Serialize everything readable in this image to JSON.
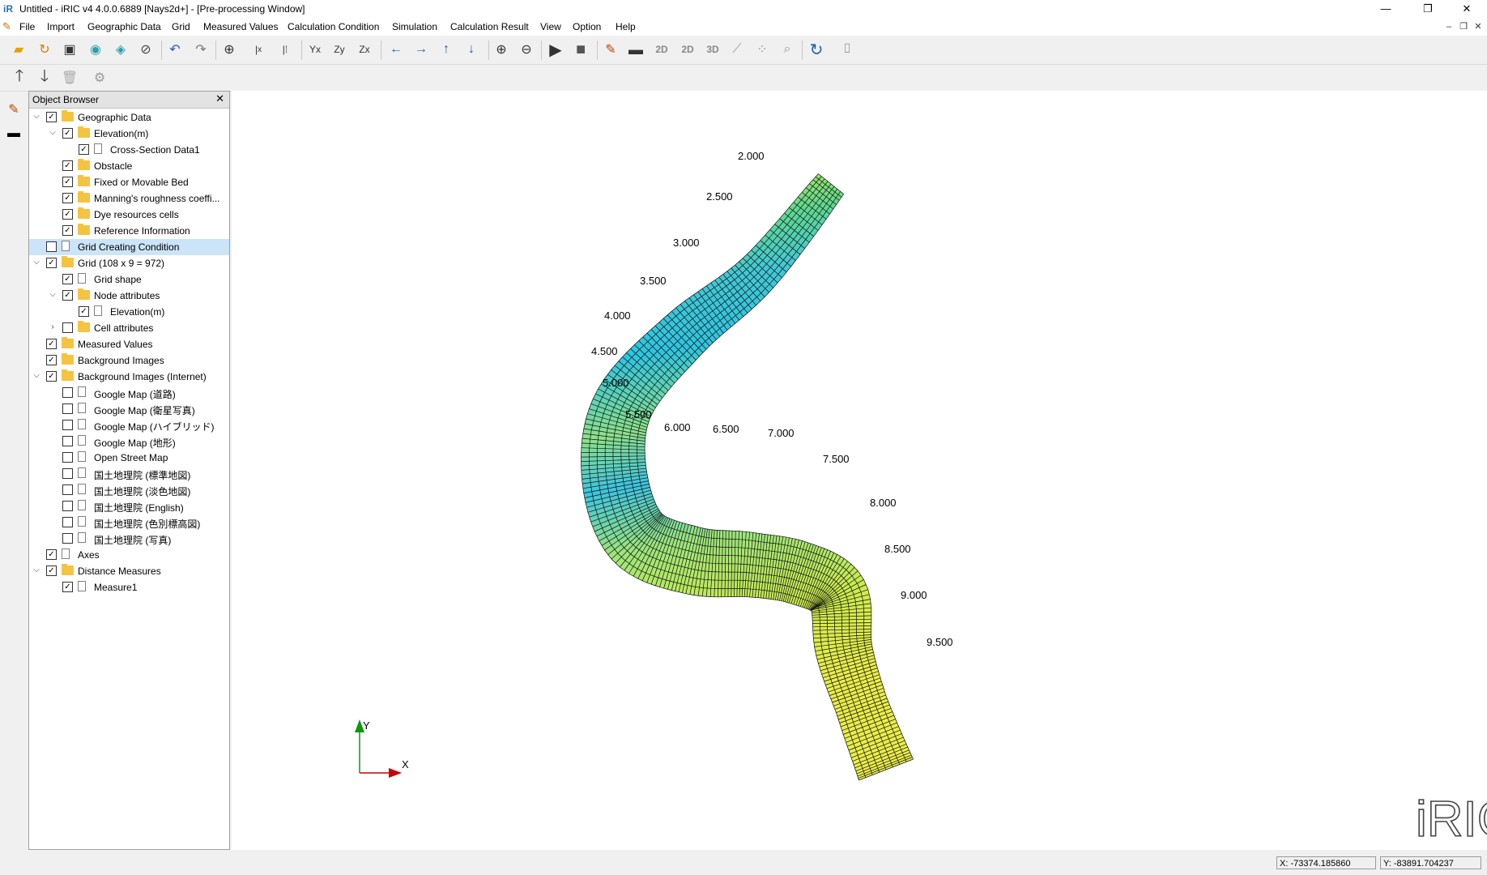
{
  "window": {
    "title": "Untitled - iRIC v4 4.0.0.6889 [Nays2d+] - [Pre-processing Window]",
    "app_icon": "iR",
    "minimize": "—",
    "restore": "❐",
    "close": "✕"
  },
  "menu": [
    "File",
    "Import",
    "Geographic Data",
    "Grid",
    "Measured Values",
    "Calculation Condition",
    "Simulation",
    "Calculation Result",
    "View",
    "Option",
    "Help"
  ],
  "object_browser": {
    "title": "Object Browser",
    "close": "✕",
    "items": [
      {
        "label": "Geographic Data",
        "level": 0,
        "expander": "open",
        "checked": true,
        "icon": "folder"
      },
      {
        "label": "Elevation(m)",
        "level": 1,
        "expander": "open",
        "checked": true,
        "icon": "folder"
      },
      {
        "label": "Cross-Section Data1",
        "level": 2,
        "expander": "none",
        "checked": true,
        "icon": "doc"
      },
      {
        "label": "Obstacle",
        "level": 1,
        "expander": "none",
        "checked": true,
        "icon": "folder"
      },
      {
        "label": "Fixed or Movable Bed",
        "level": 1,
        "expander": "none",
        "checked": true,
        "icon": "folder"
      },
      {
        "label": "Manning's roughness coeffi...",
        "level": 1,
        "expander": "none",
        "checked": true,
        "icon": "folder"
      },
      {
        "label": "Dye resources cells",
        "level": 1,
        "expander": "none",
        "checked": true,
        "icon": "folder"
      },
      {
        "label": "Reference Information",
        "level": 1,
        "expander": "none",
        "checked": true,
        "icon": "folder"
      },
      {
        "label": "Grid Creating Condition",
        "level": 0,
        "expander": "none",
        "checked": false,
        "icon": "doc",
        "selected": true
      },
      {
        "label": "Grid (108 x 9 = 972)",
        "level": 0,
        "expander": "open",
        "checked": true,
        "icon": "folder"
      },
      {
        "label": "Grid shape",
        "level": 1,
        "expander": "none",
        "checked": true,
        "icon": "doc"
      },
      {
        "label": "Node attributes",
        "level": 1,
        "expander": "open",
        "checked": true,
        "icon": "folder"
      },
      {
        "label": "Elevation(m)",
        "level": 2,
        "expander": "none",
        "checked": true,
        "icon": "doc"
      },
      {
        "label": "Cell attributes",
        "level": 1,
        "expander": "closed",
        "checked": false,
        "icon": "folder"
      },
      {
        "label": "Measured Values",
        "level": 0,
        "expander": "none",
        "checked": true,
        "icon": "folder"
      },
      {
        "label": "Background Images",
        "level": 0,
        "expander": "none",
        "checked": true,
        "icon": "folder"
      },
      {
        "label": "Background Images (Internet)",
        "level": 0,
        "expander": "open",
        "checked": true,
        "icon": "folder"
      },
      {
        "label": "Google Map (道路)",
        "level": 1,
        "expander": "none",
        "checked": false,
        "icon": "doc"
      },
      {
        "label": "Google Map (衛星写真)",
        "level": 1,
        "expander": "none",
        "checked": false,
        "icon": "doc"
      },
      {
        "label": "Google Map (ハイブリッド)",
        "level": 1,
        "expander": "none",
        "checked": false,
        "icon": "doc"
      },
      {
        "label": "Google Map (地形)",
        "level": 1,
        "expander": "none",
        "checked": false,
        "icon": "doc"
      },
      {
        "label": "Open Street Map",
        "level": 1,
        "expander": "none",
        "checked": false,
        "icon": "doc"
      },
      {
        "label": "国土地理院 (標準地図)",
        "level": 1,
        "expander": "none",
        "checked": false,
        "icon": "doc"
      },
      {
        "label": "国土地理院 (淡色地図)",
        "level": 1,
        "expander": "none",
        "checked": false,
        "icon": "doc"
      },
      {
        "label": "国土地理院 (English)",
        "level": 1,
        "expander": "none",
        "checked": false,
        "icon": "doc"
      },
      {
        "label": "国土地理院 (色別標高図)",
        "level": 1,
        "expander": "none",
        "checked": false,
        "icon": "doc"
      },
      {
        "label": "国土地理院 (写真)",
        "level": 1,
        "expander": "none",
        "checked": false,
        "icon": "doc"
      },
      {
        "label": "Axes",
        "level": 0,
        "expander": "none",
        "checked": true,
        "icon": "doc"
      },
      {
        "label": "Distance Measures",
        "level": 0,
        "expander": "open",
        "checked": true,
        "icon": "folder"
      },
      {
        "label": "Measure1",
        "level": 1,
        "expander": "none",
        "checked": true,
        "icon": "doc"
      }
    ]
  },
  "toolbar": {
    "main": [
      "open-icon",
      "reload-icon",
      "save-icon",
      "snapshot-icon",
      "snapshot-continuous-icon",
      "animation-icon",
      "undo-icon",
      "redo-icon",
      "zoom-fit-icon",
      "x-axis-icon",
      "xy-axis-icon",
      "yx-view-icon",
      "zy-view-icon",
      "zx-view-icon",
      "arrow-left-icon",
      "arrow-right-icon",
      "arrow-up-icon",
      "arrow-down-icon",
      "zoom-in-icon",
      "zoom-out-icon",
      "run-icon",
      "stop-icon",
      "pencil-icon",
      "terminal-icon",
      "2d-icon",
      "2d-bird-icon",
      "3d-icon",
      "graph-icon",
      "scatter-icon",
      "profile-icon",
      "refresh-icon",
      "mouse-icon"
    ],
    "labels": {
      "x_sub": "x",
      "yx": "Yx",
      "zy": "Zy",
      "zx": "Zx",
      "b2d": "2D",
      "b2db": "2D",
      "b3d": "3D"
    },
    "secondary": [
      "move-up-icon",
      "move-down-icon",
      "delete-icon",
      "properties-icon"
    ]
  },
  "canvas": {
    "background": "#ffffff",
    "axis": {
      "x": "X",
      "y": "Y"
    },
    "distance_labels": [
      "2.000",
      "2.500",
      "3.000",
      "3.500",
      "4.000",
      "4.500",
      "5.000",
      "5.500",
      "6.000",
      "6.500",
      "7.000",
      "7.500",
      "8.000",
      "8.500",
      "9.000",
      "9.500"
    ],
    "logo": "iRIC"
  },
  "status": {
    "x": "X: -73374.185860",
    "y": "Y: -83891.704237"
  },
  "colors": {
    "accent": "#cce4f7",
    "folder": "#f5c342",
    "axis_x": "#cc0000",
    "axis_y": "#0a9a0a"
  }
}
